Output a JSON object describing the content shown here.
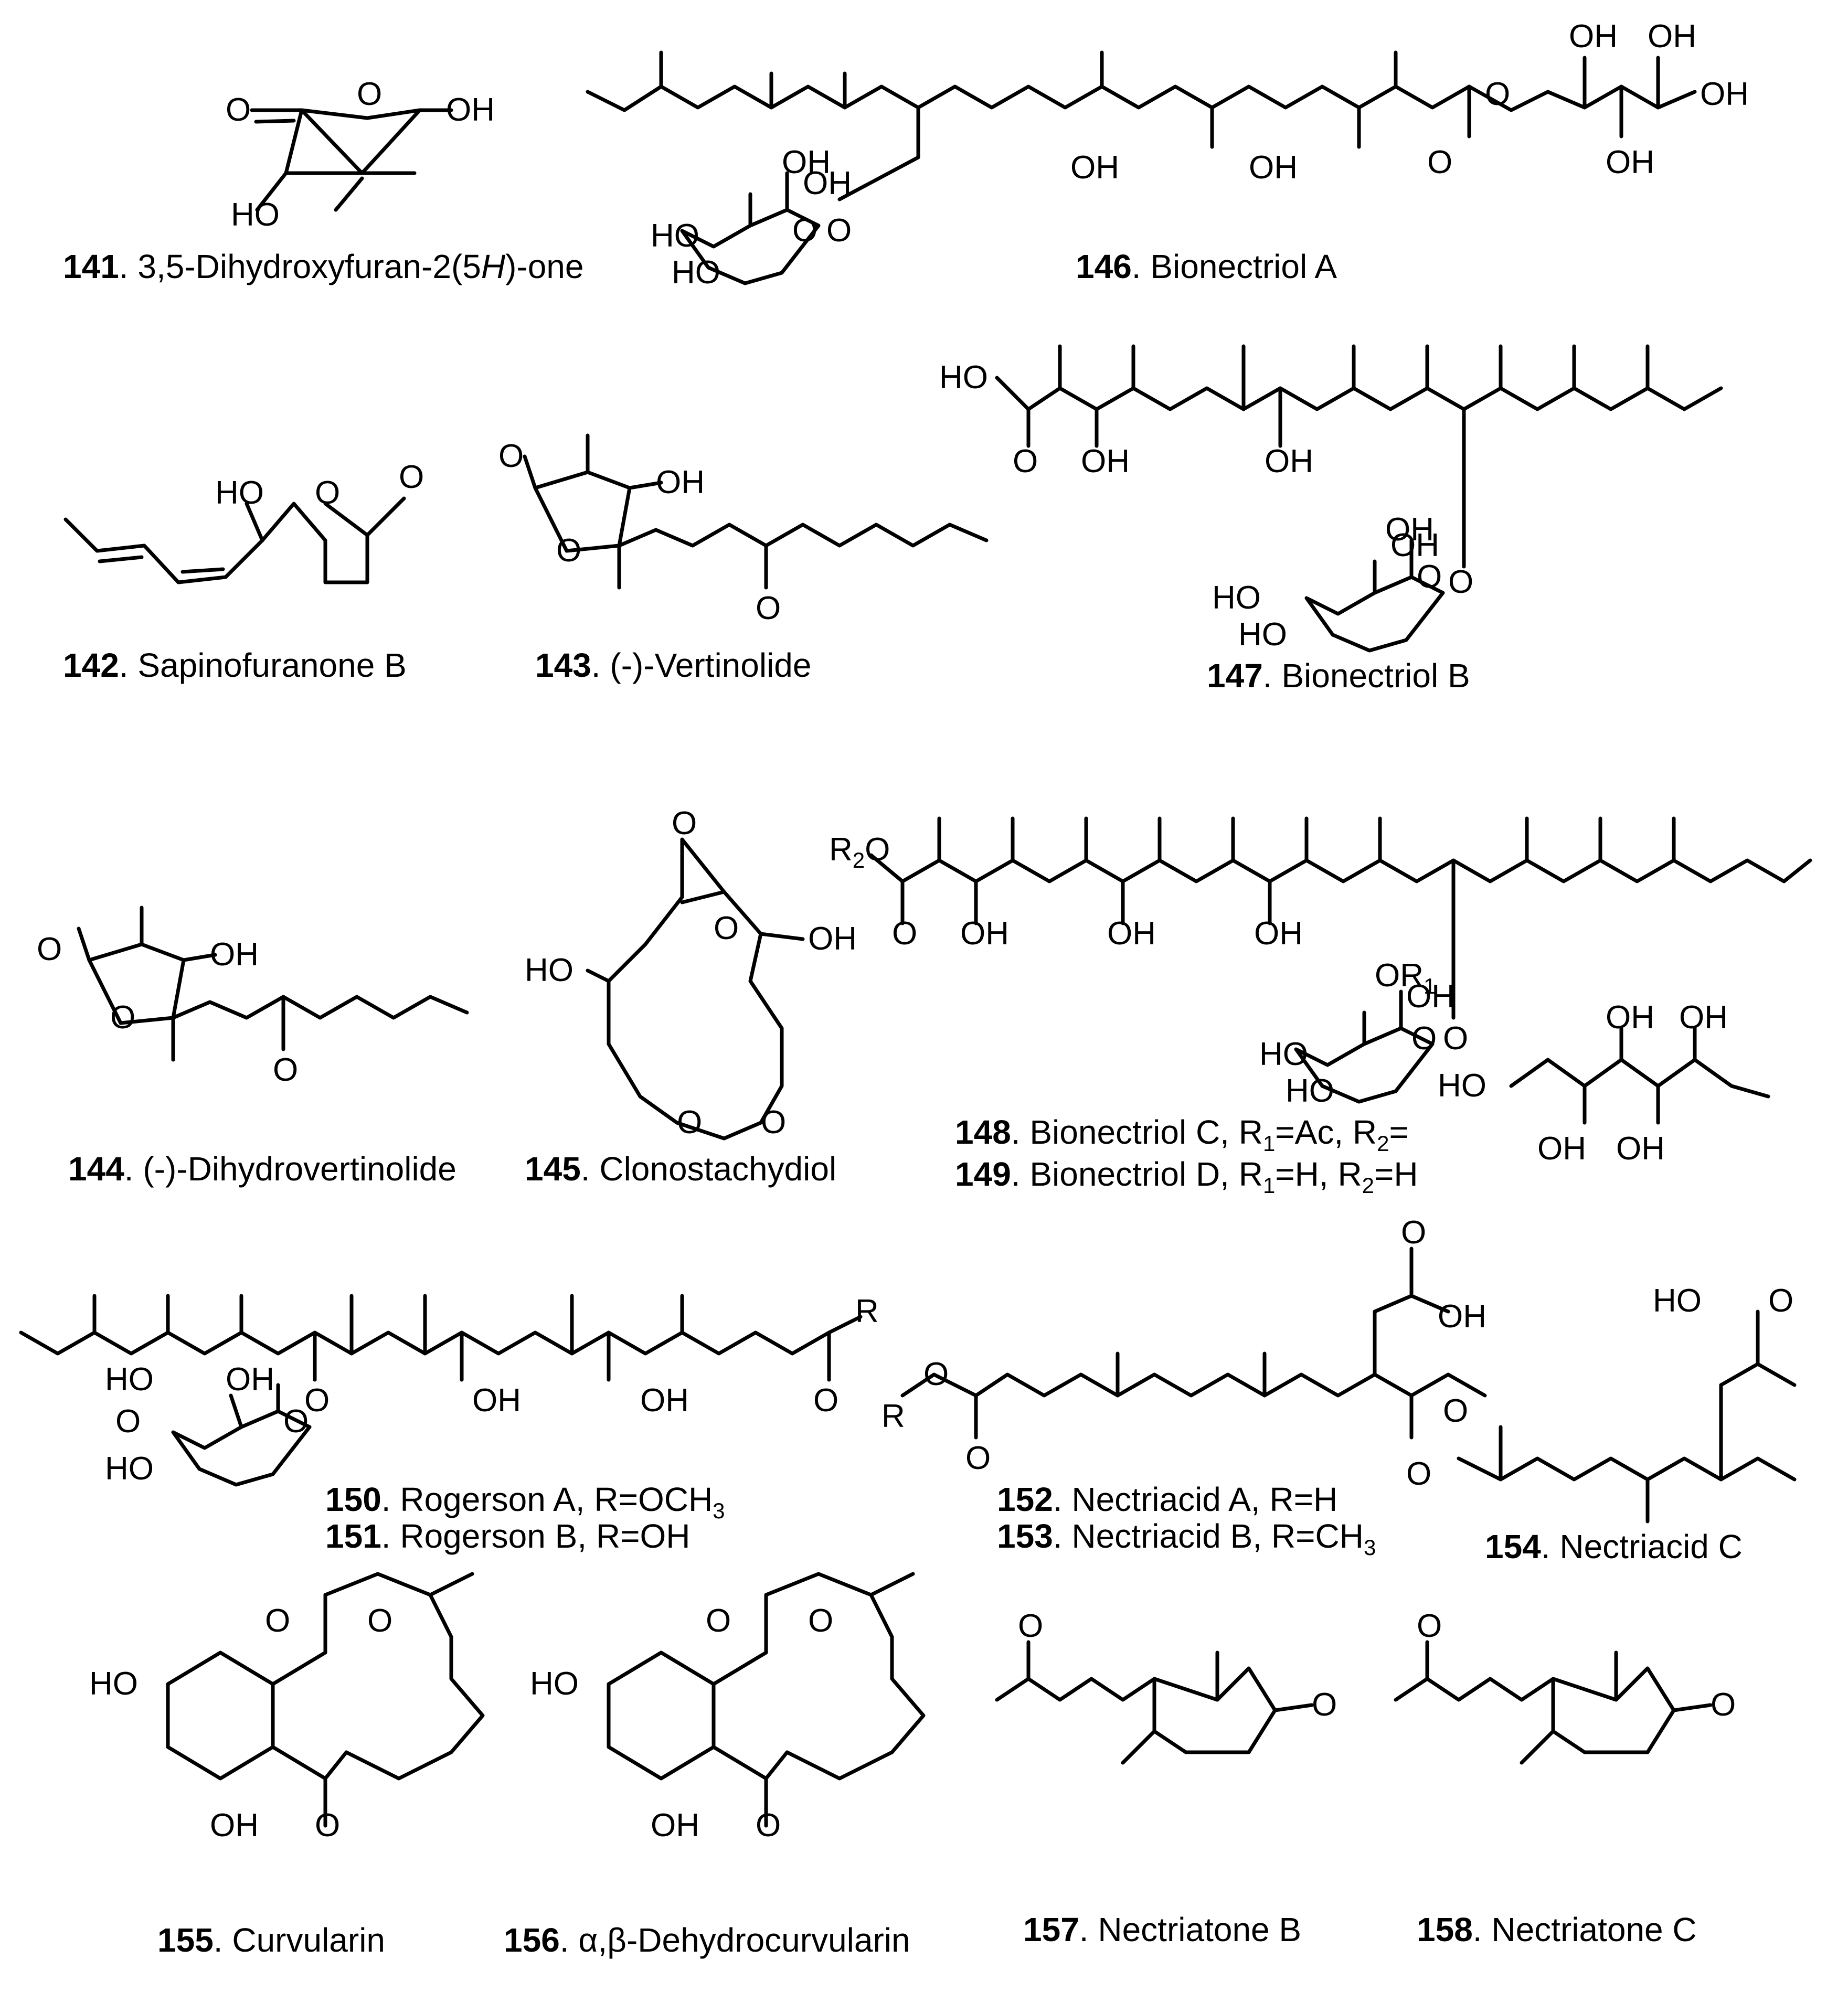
{
  "compounds": [
    {
      "id": "141",
      "name": "3,5-Dihydroxyfuran-2(5H)-one",
      "name_pre": "3,5-Dihydroxyfuran-2(5",
      "name_italic": "H",
      "name_post": ")-one"
    },
    {
      "id": "142",
      "name": "Sapinofuranone B"
    },
    {
      "id": "143",
      "name": "(-)-Vertinolide"
    },
    {
      "id": "144",
      "name": "(-)-Dihydrovertinolide"
    },
    {
      "id": "145",
      "name": "Clonostachydiol"
    },
    {
      "id": "146",
      "name": "Bionectriol A"
    },
    {
      "id": "147",
      "name": "Bionectriol B"
    },
    {
      "id": "148",
      "name_pre": "Bionectriol C, R",
      "sub1": "1",
      "mid": "=Ac, R",
      "sub2": "2",
      "post": "="
    },
    {
      "id": "149",
      "name_pre": "Bionectriol D, R",
      "sub1": "1",
      "mid": "=H, R",
      "sub2": "2",
      "post": "=H"
    },
    {
      "id": "150",
      "name_pre": "Rogerson A, R=OCH",
      "sub": "3"
    },
    {
      "id": "151",
      "name": "Rogerson B, R=OH"
    },
    {
      "id": "152",
      "name": "Nectriacid A, R=H"
    },
    {
      "id": "153",
      "name_pre": "Nectriacid B, R=CH",
      "sub": "3"
    },
    {
      "id": "154",
      "name": "Nectriacid C"
    },
    {
      "id": "155",
      "name": "Curvularin"
    },
    {
      "id": "156",
      "name": "α,β-Dehydrocurvularin"
    },
    {
      "id": "157",
      "name": "Nectriatone B"
    },
    {
      "id": "158",
      "name": "Nectriatone C"
    }
  ],
  "atoms": {
    "O": "O",
    "OH": "OH",
    "HO": "HO",
    "R": "R",
    "R2": "R",
    "R2_sub": "2",
    "OR1": "OR",
    "OR1_sub": "1"
  }
}
